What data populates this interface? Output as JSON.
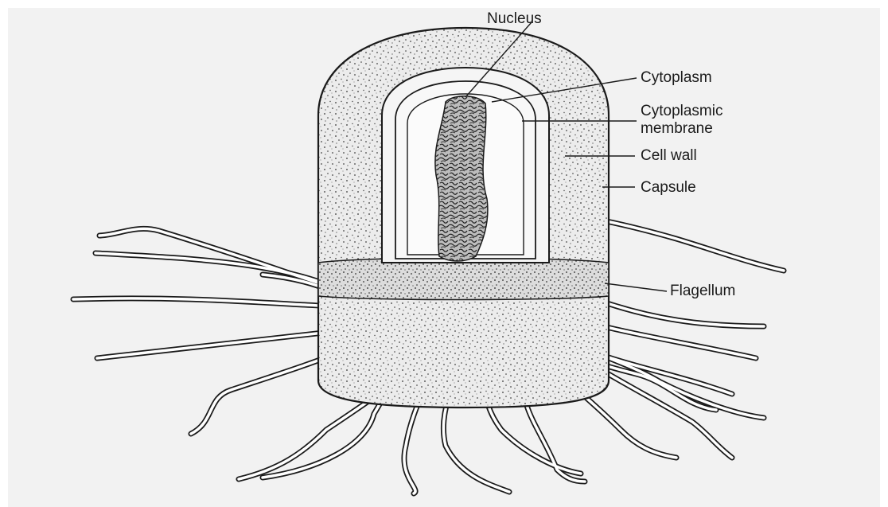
{
  "labels": {
    "nucleus": "Nucleus",
    "cytoplasm": "Cytoplasm",
    "cytoplasmic_membrane_line1": "Cytoplasmic",
    "cytoplasmic_membrane_line2": "membrane",
    "cell_wall": "Cell wall",
    "capsule": "Capsule",
    "flagellum": "Flagellum"
  },
  "colors": {
    "background": "#f2f2f2",
    "ink": "#1a1a1a",
    "capsule_fill": "#e8e8e8",
    "cytoplasm_fill": "#f7f7f7",
    "flagellum_fill": "#ffffff"
  }
}
